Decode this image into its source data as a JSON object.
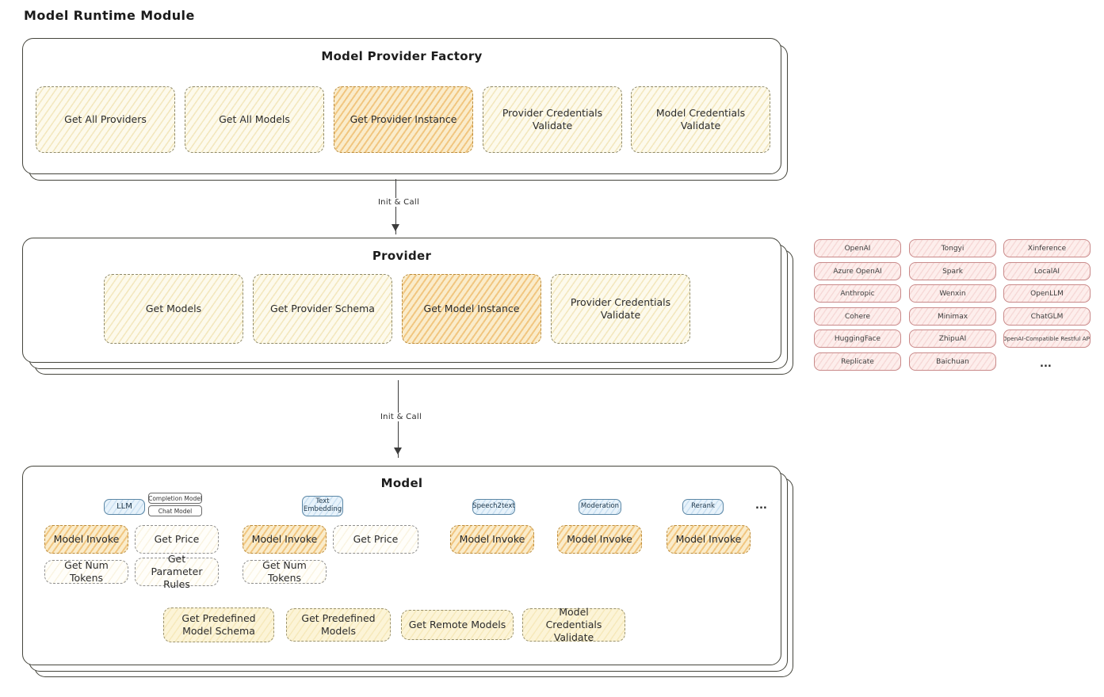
{
  "page_title": "Model Runtime Module",
  "palette": {
    "panel_border": "#45453c",
    "highlight_orange": "#f3c06b",
    "cream_yellow": "#fcf4d7",
    "blue_chip": "#e8f3fb",
    "pink_chip": "#fdeeec"
  },
  "arrows": {
    "init_call_1": "Init & Call",
    "init_call_2": "Init & Call"
  },
  "factory": {
    "title": "Model Provider Factory",
    "ops": [
      "Get All Providers",
      "Get All Models",
      "Get Provider Instance",
      "Provider Credentials Validate",
      "Model Credentials Validate"
    ]
  },
  "provider": {
    "title": "Provider",
    "ops": [
      "Get Models",
      "Get Provider Schema",
      "Get Model Instance",
      "Provider Credentials Validate"
    ]
  },
  "vendors": {
    "col1": [
      "OpenAI",
      "Azure OpenAI",
      "Anthropic",
      "Cohere",
      "HuggingFace",
      "Replicate"
    ],
    "col2": [
      "Tongyi",
      "Spark",
      "Wenxin",
      "Minimax",
      "ZhipuAI",
      "Baichuan"
    ],
    "col3": [
      "Xinference",
      "LocalAI",
      "OpenLLM",
      "ChatGLM",
      "OpenAI-Compatible Restful API"
    ],
    "more": "..."
  },
  "model": {
    "title": "Model",
    "types": {
      "llm": "LLM",
      "completion": "Completion Model",
      "chat": "Chat Model",
      "text_embedding": "Text Embedding",
      "speech2text": "Speech2text",
      "moderation": "Moderation",
      "rerank": "Rerank",
      "more": "..."
    },
    "ops": {
      "model_invoke": "Model Invoke",
      "get_price": "Get Price",
      "get_num_tokens": "Get Num Tokens",
      "get_parameter_rules": "Get Parameter Rules",
      "get_predefined_model_schema": "Get Predefined Model Schema",
      "get_predefined_models": "Get Predefined Models",
      "get_remote_models": "Get Remote Models",
      "model_credentials_validate": "Model Credentials Validate"
    }
  }
}
